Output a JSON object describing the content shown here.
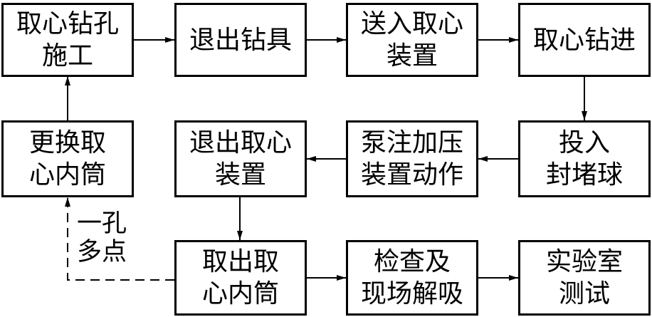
{
  "colors": {
    "background": "#ffffff",
    "line": "#000000",
    "text": "#000000"
  },
  "nodes": [
    {
      "id": "coring-borehole-construction",
      "lines": [
        "取心钻孔",
        "施工"
      ]
    },
    {
      "id": "withdraw-drill-tools",
      "lines": [
        "退出钻具"
      ]
    },
    {
      "id": "insert-coring-device",
      "lines": [
        "送入取心",
        "装置"
      ]
    },
    {
      "id": "coring-drilling",
      "lines": [
        "取心钻进"
      ]
    },
    {
      "id": "replace-core-inner-barrel",
      "lines": [
        "更换取",
        "心内筒"
      ]
    },
    {
      "id": "withdraw-coring-device",
      "lines": [
        "退出取心",
        "装置"
      ]
    },
    {
      "id": "pump-pressurize-device-action",
      "lines": [
        "泵注加压",
        "装置动作"
      ]
    },
    {
      "id": "drop-sealing-ball",
      "lines": [
        "投入",
        "封堵球"
      ]
    },
    {
      "id": "take-out-core-inner-barrel",
      "lines": [
        "取出取",
        "心内筒"
      ]
    },
    {
      "id": "inspection-field-desorption",
      "lines": [
        "检查及",
        "现场解吸"
      ]
    },
    {
      "id": "laboratory-test",
      "lines": [
        "实验室",
        "测试"
      ]
    }
  ],
  "annotation": {
    "lines": [
      "一孔",
      "多点"
    ]
  }
}
